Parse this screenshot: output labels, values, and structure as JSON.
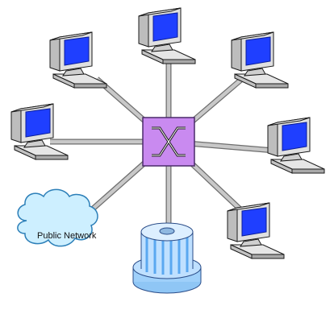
{
  "diagram": {
    "hub": {
      "icon": "switch-icon",
      "fill": "#C98AF0",
      "stroke": "#4A2A6A"
    },
    "cable_color": "#C8C8C8",
    "computers": [
      {
        "id": "pc-top-center",
        "icon": "computer-icon"
      },
      {
        "id": "pc-top-left",
        "icon": "computer-icon"
      },
      {
        "id": "pc-top-right",
        "icon": "computer-icon"
      },
      {
        "id": "pc-left",
        "icon": "computer-icon"
      },
      {
        "id": "pc-right",
        "icon": "computer-icon"
      },
      {
        "id": "pc-bottom-right",
        "icon": "computer-icon"
      }
    ],
    "cloud": {
      "label": "Public Network",
      "fill": "#CDEFFF",
      "stroke": "#2C7FB8"
    },
    "storage": {
      "icon": "database-icon",
      "fill": "#BFE0FF",
      "stripe": "#5AA8F0",
      "stroke": "#2A4C88"
    },
    "colors": {
      "case": "#E6E6E6",
      "case_shadow": "#A9A9A9",
      "screen": "#1F3FFF",
      "outline": "#1A1A1A"
    }
  }
}
